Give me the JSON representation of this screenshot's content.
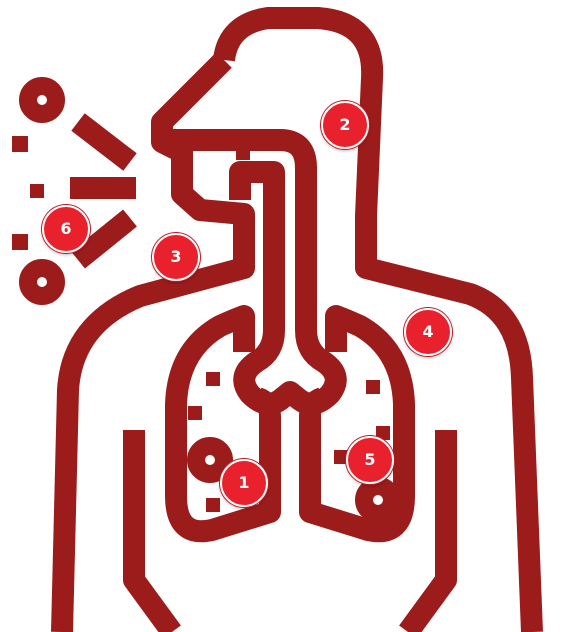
{
  "colors": {
    "figure": "#9c1c1c",
    "badge": "#e8212d",
    "badge_text": "#ffffff"
  },
  "icons": {
    "figure": "human-respiratory-system-icon"
  },
  "markers": [
    {
      "id": "1",
      "label": "1"
    },
    {
      "id": "2",
      "label": "2"
    },
    {
      "id": "3",
      "label": "3"
    },
    {
      "id": "4",
      "label": "4"
    },
    {
      "id": "5",
      "label": "5"
    },
    {
      "id": "6",
      "label": "6"
    }
  ]
}
